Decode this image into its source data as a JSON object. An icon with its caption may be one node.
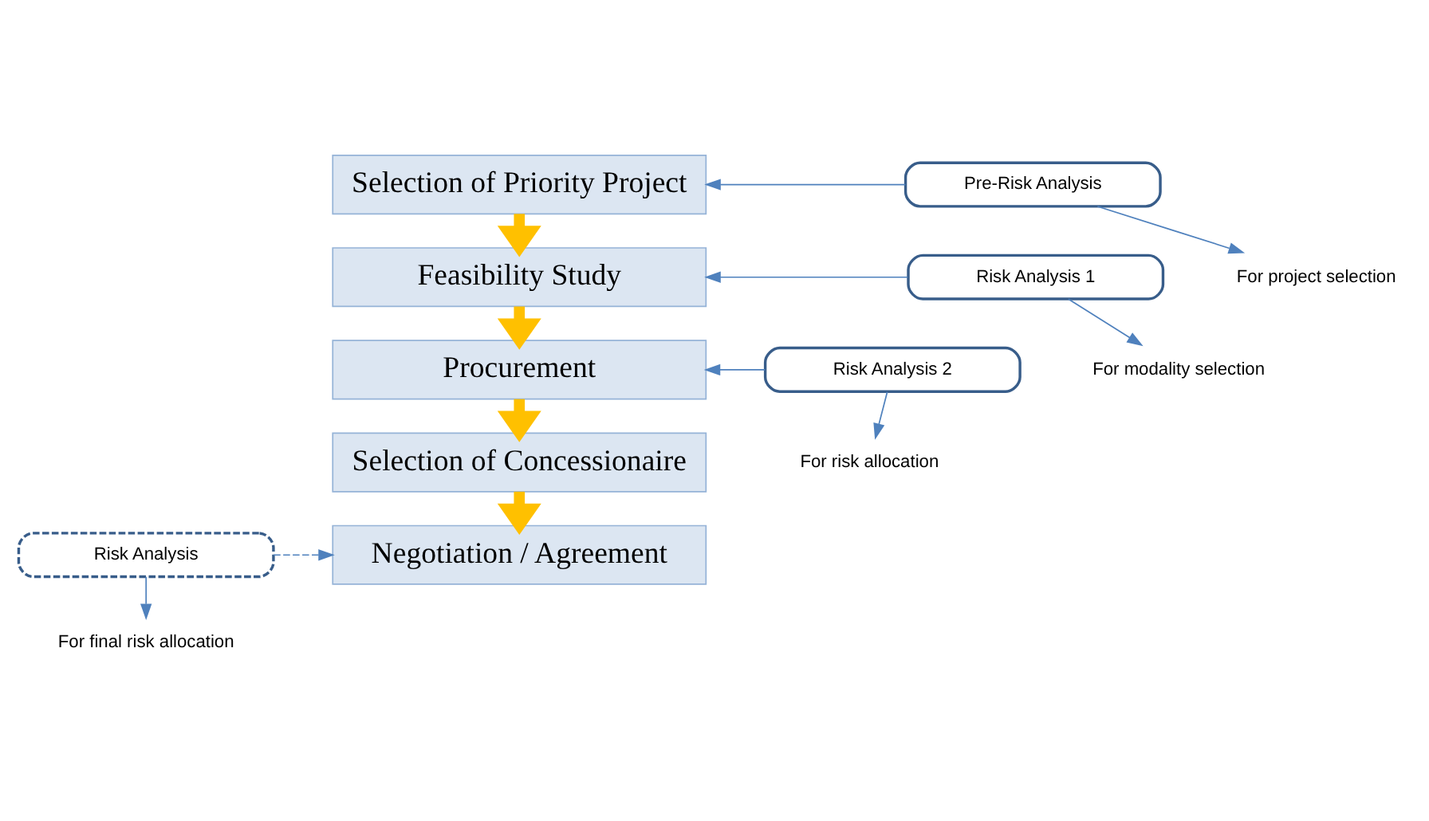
{
  "diagram": {
    "nodes": [
      {
        "text": [
          "Selection of Priority Project"
        ]
      },
      {
        "text": [
          "Feasibility Study"
        ]
      },
      {
        "text": [
          "Procurement"
        ]
      },
      {
        "text": [
          "Selection of Concessionaire"
        ]
      },
      {
        "text": [
          "Negotiation / Agreement"
        ]
      },
      {
        "text": [
          "Pre-Risk Analysis"
        ]
      },
      {
        "text": [
          "For project selection"
        ]
      },
      {
        "text": [
          "Risk Analysis 1"
        ]
      },
      {
        "text": [
          "For modality selection"
        ]
      },
      {
        "text": [
          "Risk Analysis 2"
        ]
      },
      {
        "text": [
          "For risk allocation"
        ]
      },
      {
        "text": [
          "Risk Analysis"
        ]
      },
      {
        "text": [
          "For final risk allocation"
        ]
      }
    ],
    "edges": [
      {
        "from": 0,
        "to": 1,
        "arrow": "to",
        "style": "thick",
        "color": "#ffc000"
      },
      {
        "from": 1,
        "to": 2,
        "arrow": "to",
        "style": "thick",
        "color": "#ffc000"
      },
      {
        "from": 2,
        "to": 3,
        "arrow": "to",
        "style": "thick",
        "color": "#ffc000"
      },
      {
        "from": 3,
        "to": 4,
        "arrow": "to",
        "style": "thick",
        "color": "#ffc000"
      },
      {
        "from": 5,
        "to": 0,
        "arrow": "to"
      },
      {
        "from": 5,
        "to": 6,
        "arrow": "to"
      },
      {
        "from": 7,
        "to": 1,
        "arrow": "to"
      },
      {
        "from": 7,
        "to": 8,
        "arrow": "to"
      },
      {
        "from": 9,
        "to": 2,
        "arrow": "to"
      },
      {
        "from": 9,
        "to": 10,
        "arrow": "to"
      },
      {
        "from": 11,
        "to": 4,
        "arrow": "to",
        "style": "dashed"
      },
      {
        "from": 11,
        "to": 12,
        "arrow": "to"
      }
    ]
  }
}
